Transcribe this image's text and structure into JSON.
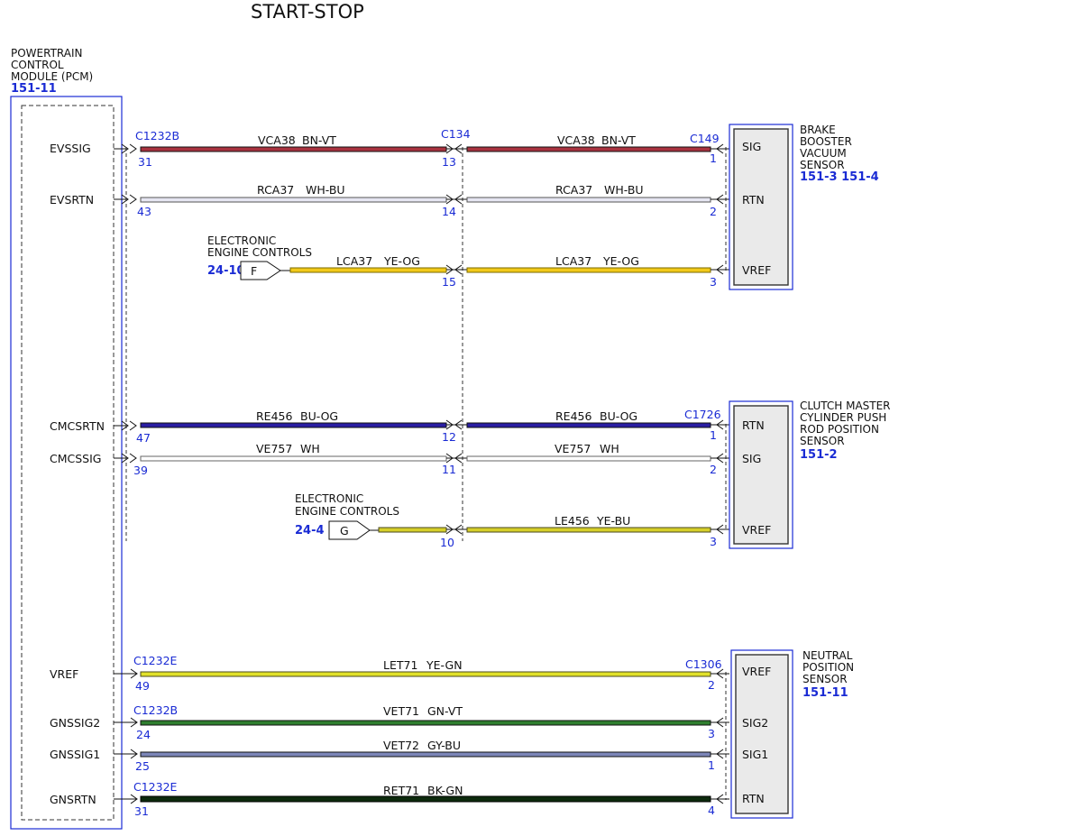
{
  "title": "START-STOP",
  "colors": {
    "blue": "#1a2bd4",
    "BN-VT": "#a8323f",
    "WH-BU": "#e6e6f2",
    "YE-OG": "#f2c91a",
    "BU-OG": "#2a1ea3",
    "WH": "#ffffff",
    "YE-BU": "#d6cf2a",
    "YE-GN": "#e1e12a",
    "GN-VT": "#2f7f2f",
    "GY-BU": "#7c86b8",
    "BK-GN": "#0d2a0d"
  },
  "pcm": {
    "name_lines": [
      "POWERTRAIN",
      "CONTROL",
      "MODULE (PCM)"
    ],
    "ref": "151-11",
    "pins": [
      "EVSSIG",
      "EVSRTN",
      "CMCSRTN",
      "CMCSSIG",
      "VREF",
      "GNSSIG2",
      "GNSSIG1",
      "GNSRTN"
    ]
  },
  "connectors": {
    "c134": "C134",
    "c149": "C149",
    "c1726": "C1726",
    "c1306": "C1306",
    "left": [
      "C1232B",
      "C1232E",
      "C1232B",
      "C1232E"
    ]
  },
  "wires": [
    {
      "circuit": "VCA38",
      "color": "BN-VT",
      "pcm_pin": "31",
      "mid_pin": "13",
      "sensor_pin": "1"
    },
    {
      "circuit": "RCA37",
      "color": "WH-BU",
      "pcm_pin": "43",
      "mid_pin": "14",
      "sensor_pin": "2"
    },
    {
      "circuit": "LCA37",
      "color": "YE-OG",
      "mid_pin": "15",
      "sensor_pin": "3"
    },
    {
      "circuit": "RE456",
      "color": "BU-OG",
      "pcm_pin": "47",
      "mid_pin": "12",
      "sensor_pin": "1"
    },
    {
      "circuit": "VE757",
      "color": "WH",
      "pcm_pin": "39",
      "mid_pin": "11",
      "sensor_pin": "2"
    },
    {
      "circuit": "LE456",
      "color": "YE-BU",
      "mid_pin": "10",
      "sensor_pin": "3"
    },
    {
      "circuit": "LET71",
      "color": "YE-GN",
      "pcm_pin": "49",
      "sensor_pin": "2"
    },
    {
      "circuit": "VET71",
      "color": "GN-VT",
      "pcm_pin": "24",
      "sensor_pin": "3"
    },
    {
      "circuit": "VET72",
      "color": "GY-BU",
      "pcm_pin": "25",
      "sensor_pin": "1"
    },
    {
      "circuit": "RET71",
      "color": "BK-GN",
      "pcm_pin": "31",
      "sensor_pin": "4"
    }
  ],
  "eec": [
    {
      "lines": [
        "ELECTRONIC",
        "ENGINE CONTROLS"
      ],
      "ref": "24-10",
      "letter": "F"
    },
    {
      "lines": [
        "ELECTRONIC",
        "ENGINE CONTROLS"
      ],
      "ref": "24-4",
      "letter": "G"
    }
  ],
  "sensors": [
    {
      "name_lines": [
        "BRAKE",
        "BOOSTER",
        "VACUUM",
        "SENSOR"
      ],
      "ref": "151-3 151-4",
      "pins": [
        "SIG",
        "RTN",
        "VREF"
      ]
    },
    {
      "name_lines": [
        "CLUTCH MASTER",
        "CYLINDER PUSH",
        "ROD POSITION",
        "SENSOR"
      ],
      "ref": "151-2",
      "pins": [
        "RTN",
        "SIG",
        "VREF"
      ]
    },
    {
      "name_lines": [
        "NEUTRAL",
        "POSITION",
        "SENSOR"
      ],
      "ref": "151-11",
      "pins": [
        "VREF",
        "SIG2",
        "SIG1",
        "RTN"
      ]
    }
  ]
}
